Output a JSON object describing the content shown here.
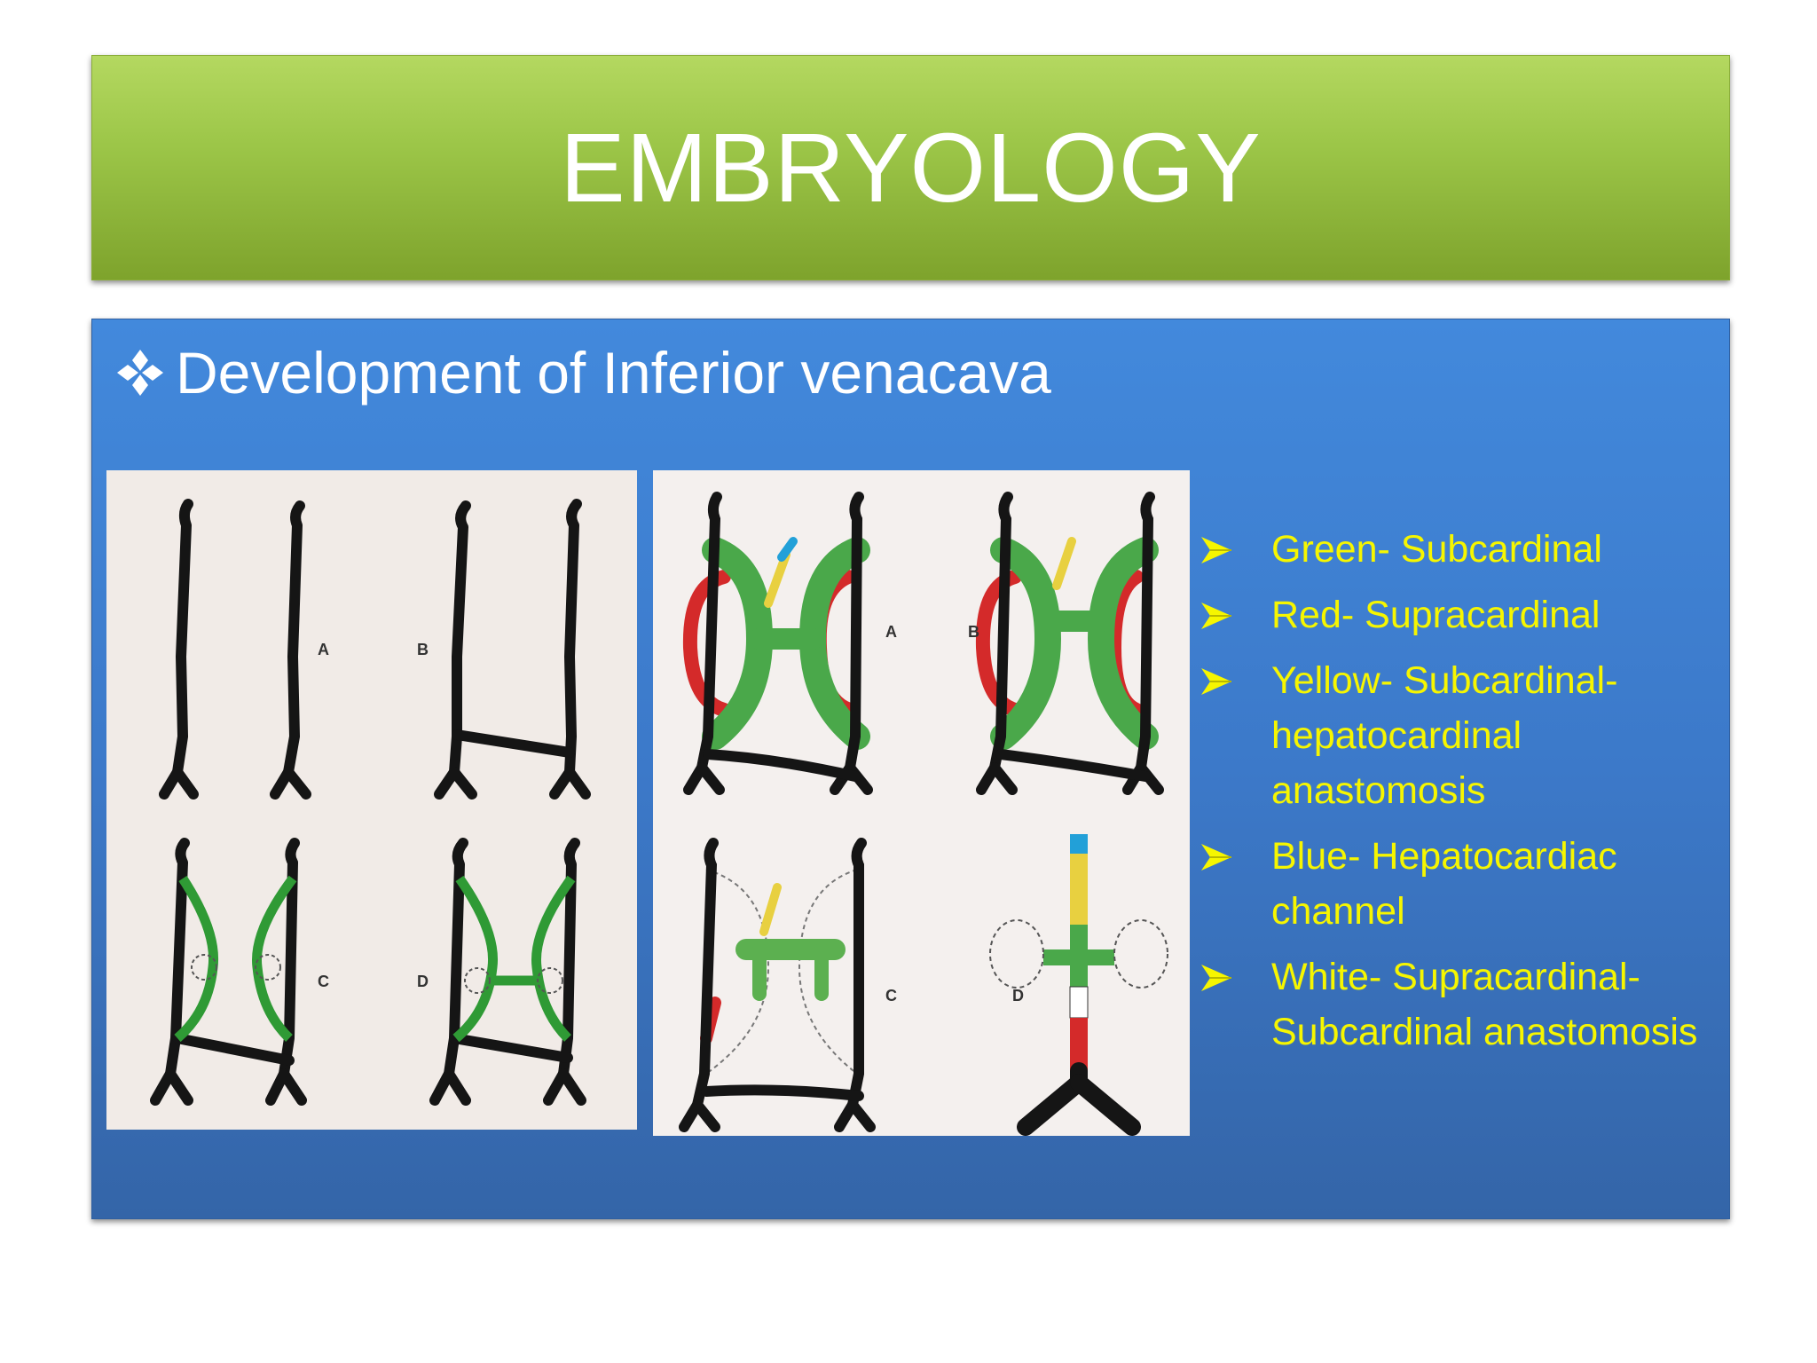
{
  "slide": {
    "title": "EMBRYOLOGY",
    "heading": "Development of Inferior venacava",
    "heading_icon": "four-diamond-bullet-icon",
    "colors": {
      "title_bar": "#9cc648",
      "content_panel": "#3c79c9",
      "legend_text": "#f6f600",
      "subcardinal": "#3a9a3a",
      "supracardinal": "#d42a2a",
      "anastomosis": "#f0e040",
      "hepatocardiac": "#22a0d8"
    }
  },
  "figure_left": {
    "labels": [
      "A",
      "B",
      "C",
      "D"
    ]
  },
  "figure_right": {
    "labels": [
      "A",
      "B",
      "C",
      "D"
    ]
  },
  "legend": {
    "bullet_icon": "arrow-bullet-icon",
    "items": [
      {
        "label": "Green- Subcardinal"
      },
      {
        "label": "Red- Supracardinal"
      },
      {
        "label": "Yellow- Subcardinal- hepatocardinal anastomosis"
      },
      {
        "label": "Blue- Hepatocardiac channel"
      },
      {
        "label": "White- Supracardinal- Subcardinal anastomosis"
      }
    ]
  }
}
